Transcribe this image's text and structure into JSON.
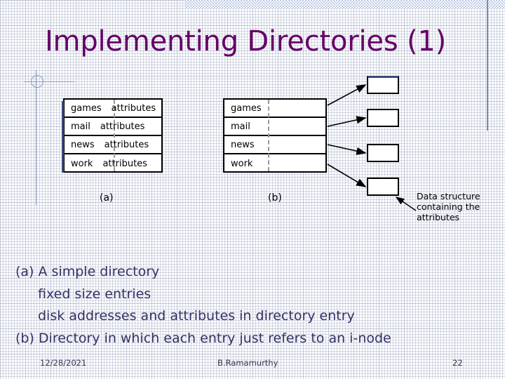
{
  "slide": {
    "title": "Implementing Directories (1)",
    "title_color": "#660066",
    "body_color": "#333366"
  },
  "diagram": {
    "table_a": {
      "label": "(a)",
      "rows": [
        {
          "name": "games",
          "attributes": "attributes"
        },
        {
          "name": "mail",
          "attributes": "attributes"
        },
        {
          "name": "news",
          "attributes": "attributes"
        },
        {
          "name": "work",
          "attributes": "attributes"
        }
      ]
    },
    "table_b": {
      "label": "(b)",
      "rows": [
        {
          "name": "games",
          "attributes": ""
        },
        {
          "name": "mail",
          "attributes": ""
        },
        {
          "name": "news",
          "attributes": ""
        },
        {
          "name": "work",
          "attributes": ""
        }
      ]
    },
    "inode_boxes": [
      "",
      "",
      "",
      ""
    ],
    "caption": "Data structure containing the attributes",
    "caption_lines": [
      "Data structure",
      "containing the",
      "attributes"
    ]
  },
  "body": {
    "lines": [
      {
        "indent": 0,
        "text": "(a) A simple directory"
      },
      {
        "indent": 1,
        "text": "fixed size entries"
      },
      {
        "indent": 1,
        "text": "disk addresses and attributes in directory entry"
      },
      {
        "indent": 0,
        "text": "(b) Directory in which each entry just refers to an i-node"
      }
    ]
  },
  "footer": {
    "date": "12/28/2021",
    "author": "B.Ramamurthy",
    "page_number": "22"
  }
}
